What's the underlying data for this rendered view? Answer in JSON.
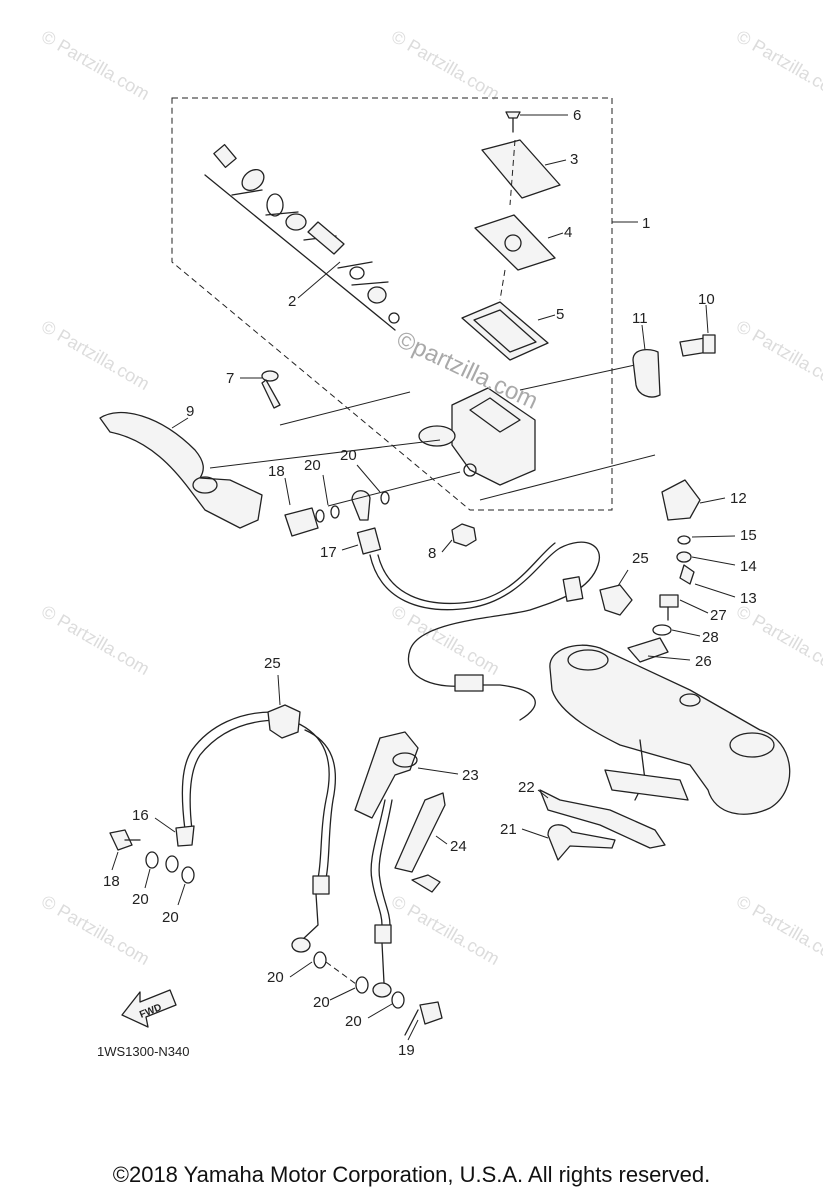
{
  "diagram": {
    "model_code": "1WS1300-N340",
    "fwd_label": "FWD",
    "center_watermark": "©partzilla.com",
    "watermark_text": "© Partzilla.com",
    "callouts": {
      "c1": "1",
      "c2": "2",
      "c3": "3",
      "c4": "4",
      "c5": "5",
      "c6": "6",
      "c7": "7",
      "c8": "8",
      "c9": "9",
      "c10": "10",
      "c11": "11",
      "c12": "12",
      "c13": "13",
      "c14": "14",
      "c15": "15",
      "c16": "16",
      "c17": "17",
      "c18a": "18",
      "c18b": "18",
      "c19": "19",
      "c20a": "20",
      "c20b": "20",
      "c20c": "20",
      "c20d": "20",
      "c20e": "20",
      "c20f": "20",
      "c20g": "20",
      "c21": "21",
      "c22": "22",
      "c23": "23",
      "c24": "24",
      "c25a": "25",
      "c25b": "25",
      "c26": "26",
      "c27": "27",
      "c28": "28"
    }
  },
  "footer": {
    "copyright": "©2018  Yamaha Motor Corporation, U.S.A. All rights reserved."
  }
}
